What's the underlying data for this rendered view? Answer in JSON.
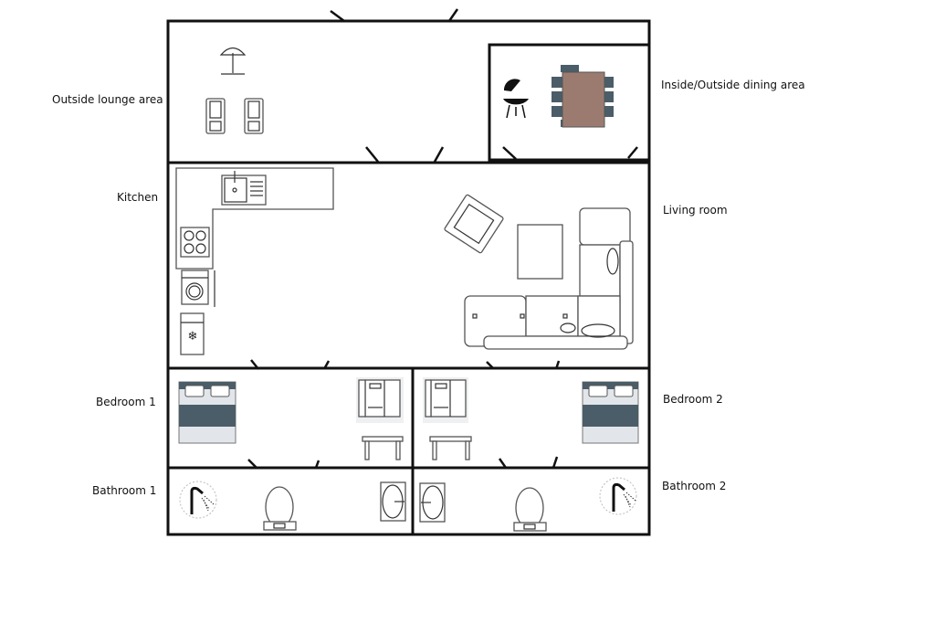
{
  "labels": {
    "outside_lounge": "Outside lounge area",
    "dining": "Inside/Outside dining area",
    "kitchen": "Kitchen",
    "living": "Living room",
    "bedroom1": "Bedroom 1",
    "bedroom2": "Bedroom 2",
    "bathroom1": "Bathroom 1",
    "bathroom2": "Bathroom 2"
  },
  "colors": {
    "table": "#9b7b70",
    "bed_accent": "#4a5d68",
    "chair": "#4a5d68"
  }
}
